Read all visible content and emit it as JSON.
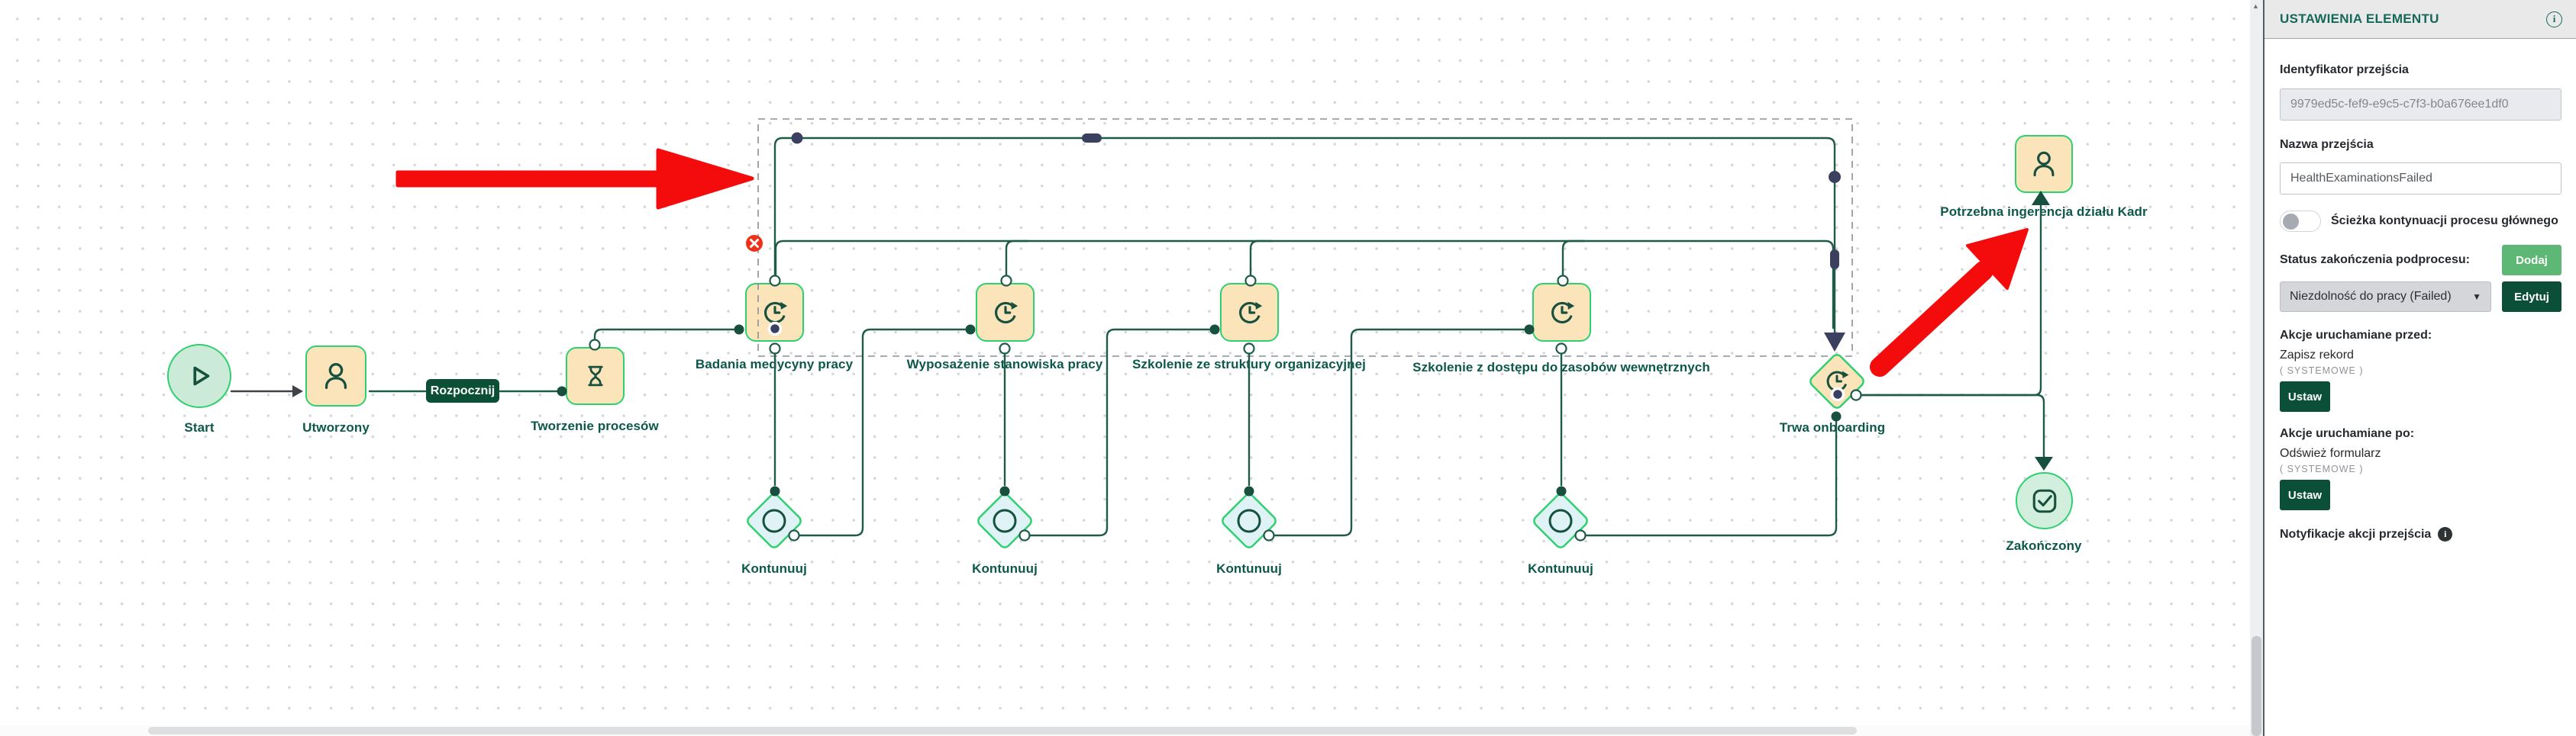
{
  "panel": {
    "title": "USTAWIENIA ELEMENTU",
    "info_icon": "i",
    "id_label": "Identyfikator przejścia",
    "id_value": "9979ed5c-fef9-e9c5-c7f3-b0a676ee1df0",
    "name_label": "Nazwa przejścia",
    "name_value": "HealthExaminationsFailed",
    "toggle_label": "Ścieżka kontynuacji procesu głównego",
    "status_label": "Status zakończenia podprocesu:",
    "status_value": "Niezdolność do pracy (Failed)",
    "add_button": "Dodaj",
    "edit_button": "Edytuj",
    "actions_before_label": "Akcje uruchamiane przed:",
    "action_before_name": "Zapisz rekord",
    "action_before_type": "( SYSTEMOWE )",
    "set_button": "Ustaw",
    "actions_after_label": "Akcje uruchamiane po:",
    "action_after_name": "Odśwież formularz",
    "action_after_type": "( SYSTEMOWE )",
    "notifications_label": "Notyfikacje akcji przejścia"
  },
  "diagram": {
    "nodes": {
      "start": "Start",
      "utworzony": "Utworzony",
      "tworzenie": "Tworzenie procesów",
      "badania": "Badania medycyny pracy",
      "wyposazenie": "Wyposażenie stanowiska pracy",
      "szkolenie_struktura": "Szkolenie ze struktury organizacyjnej",
      "szkolenie_dostep": "Szkolenie z dostępu do zasobów wewnętrznych",
      "kontynuuj": "Kontunuuj",
      "trwa": "Trwa onboarding",
      "kadr": "Potrzebna ingerencja działu Kadr",
      "zakonczony": "Zakończony"
    },
    "edge_labels": {
      "rozpocznij": "Rozpocznij"
    },
    "colors": {
      "accent_green": "#2fd06f",
      "node_fill": "#fbe3ba",
      "edge": "#1e5b49",
      "icon": "#17503f",
      "selected_navy": "#3b4060",
      "label": "#0c584a",
      "annotation_red": "#f40b0b",
      "dark_button": "#0b4f38",
      "add_button": "#5cb874"
    }
  }
}
